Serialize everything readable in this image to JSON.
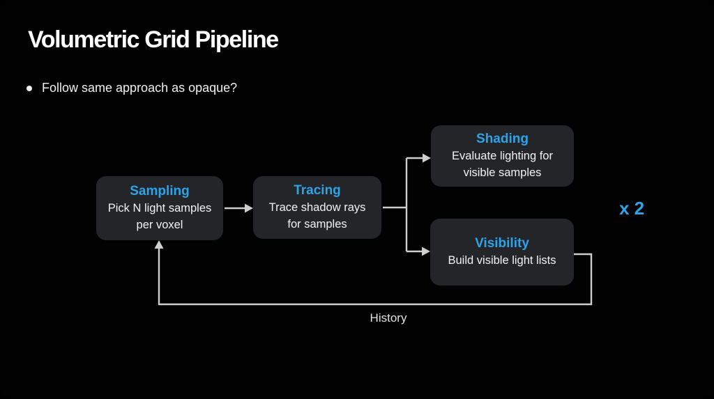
{
  "slide": {
    "title": "Volumetric Grid Pipeline",
    "bullet": "Follow same approach as opaque?"
  },
  "diagram": {
    "boxes": [
      {
        "id": "sampling",
        "title": "Sampling",
        "body": "Pick N light samples per voxel"
      },
      {
        "id": "tracing",
        "title": "Tracing",
        "body": "Trace shadow rays for samples"
      },
      {
        "id": "shading",
        "title": "Shading",
        "body": "Evaluate lighting for visible samples"
      },
      {
        "id": "visibility",
        "title": "Visibility",
        "body": "Build visible light lists"
      }
    ],
    "loop_label": "History",
    "multiplier_label": "x 2"
  },
  "colors": {
    "background": "#000000",
    "box_fill": "#232529",
    "accent_blue": "#2ea3e8",
    "arrow": "#cfcfcf",
    "text_primary": "#f2f2f2"
  }
}
